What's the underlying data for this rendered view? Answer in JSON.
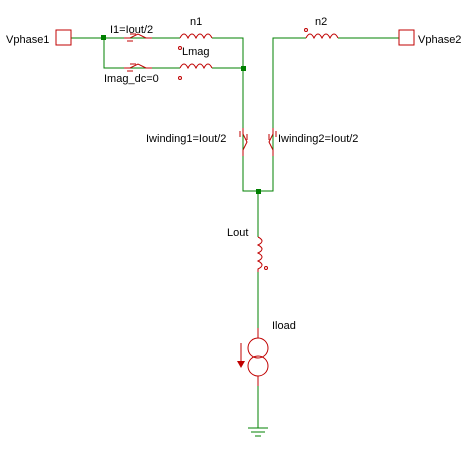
{
  "labels": {
    "vphase1": "Vphase1",
    "vphase2": "Vphase2",
    "i1": "I1=Iout/2",
    "n1": "n1",
    "n2": "n2",
    "lmag": "Lmag",
    "imag_dc": "Imag_dc=0",
    "iwinding1": "Iwinding1=Iout/2",
    "iwinding2": "Iwinding2=Iout/2",
    "lout": "Lout",
    "iload": "Iload"
  },
  "colors": {
    "wire": "#008000",
    "component": "#c00000",
    "text": "#000000",
    "background": "#ffffff"
  }
}
